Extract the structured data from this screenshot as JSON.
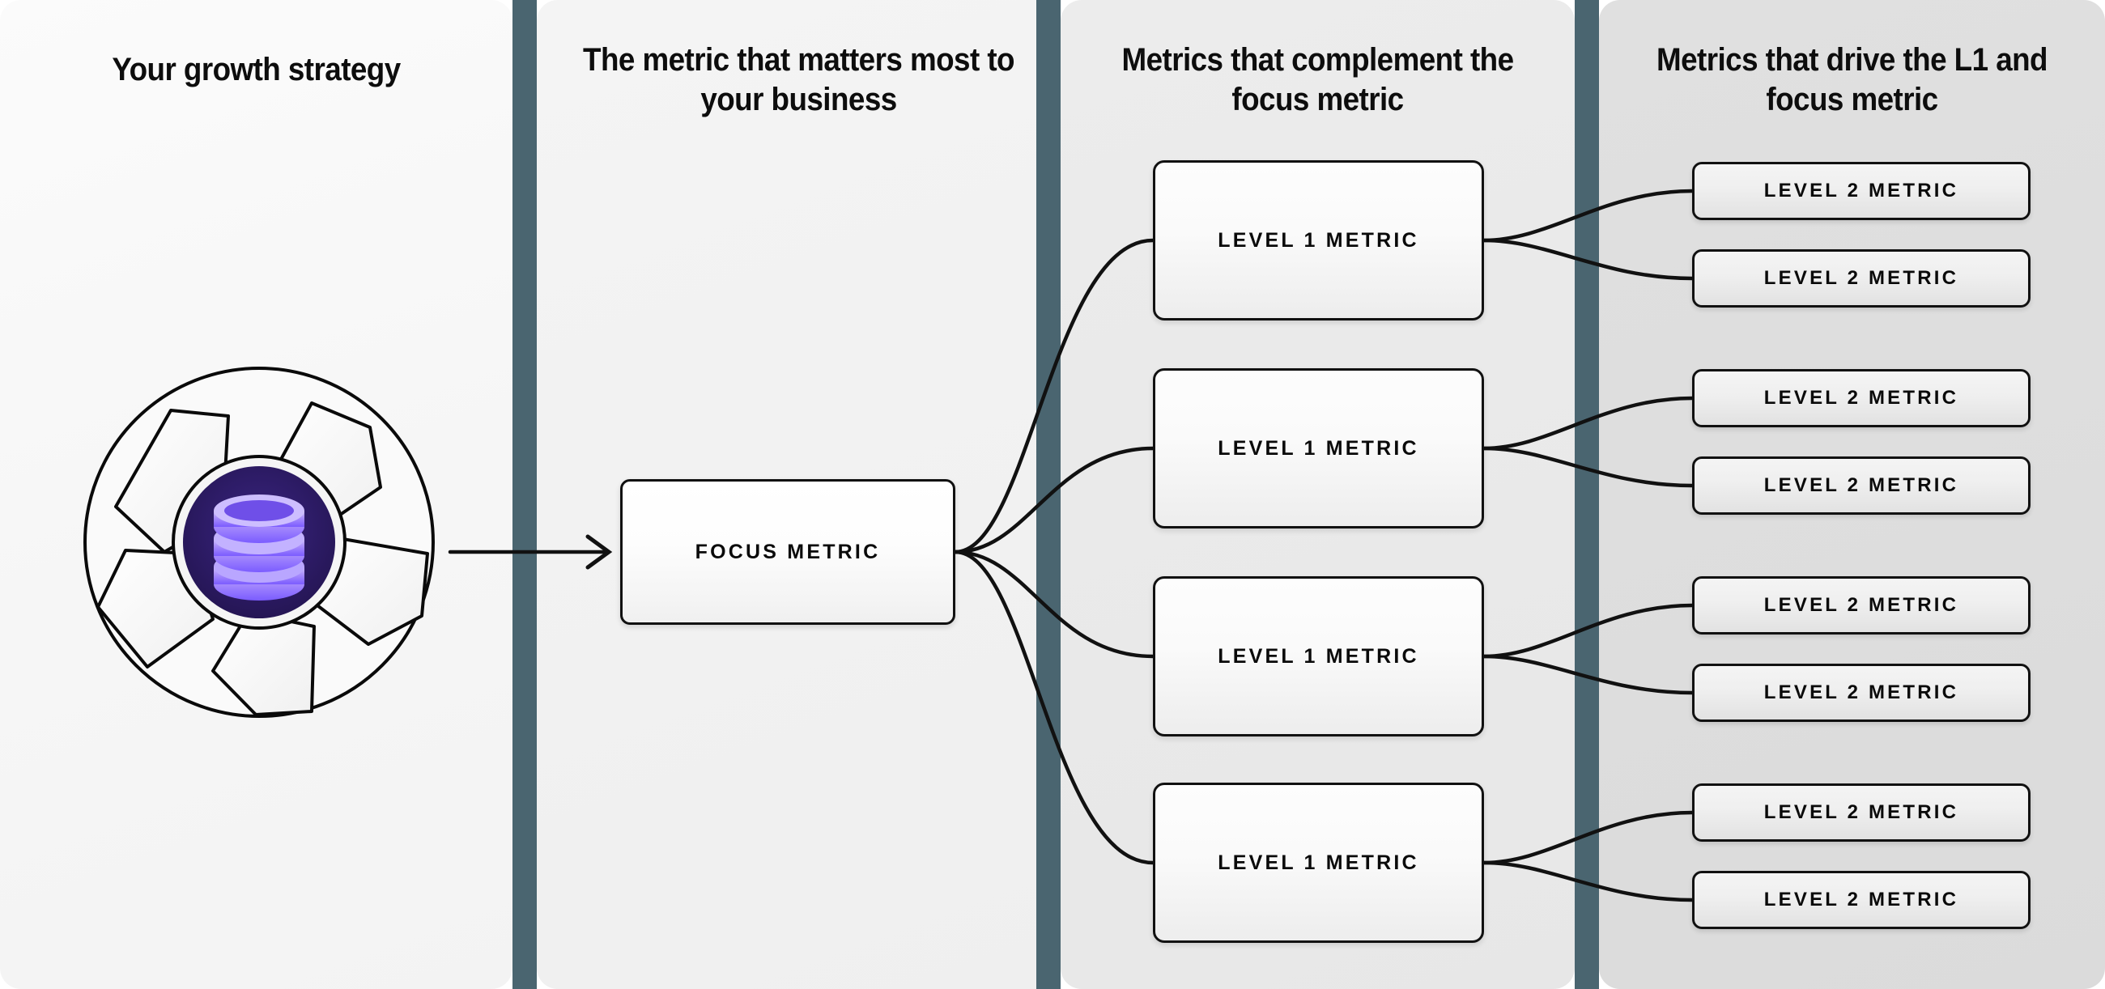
{
  "columns": [
    {
      "id": "growth-strategy",
      "title": "Your growth strategy"
    },
    {
      "id": "focus-metric",
      "title": "The metric that matters most to your business"
    },
    {
      "id": "complement-metrics",
      "title": "Metrics that complement the focus metric"
    },
    {
      "id": "driver-metrics",
      "title": "Metrics that drive the L1 and focus metric"
    }
  ],
  "logo": {
    "icon": "database-aperture-icon",
    "ring_color": "#f7f7f7",
    "core_color": "#2b1a63",
    "disc_color": "#7b5cff",
    "disc_highlight": "#c9bbff"
  },
  "nodes": {
    "focus": {
      "label": "FOCUS METRIC"
    },
    "level1": [
      {
        "label": "LEVEL 1 METRIC"
      },
      {
        "label": "LEVEL 1 METRIC"
      },
      {
        "label": "LEVEL 1 METRIC"
      },
      {
        "label": "LEVEL 1 METRIC"
      }
    ],
    "level2": [
      {
        "label": "LEVEL 2 METRIC"
      },
      {
        "label": "LEVEL 2 METRIC"
      },
      {
        "label": "LEVEL 2 METRIC"
      },
      {
        "label": "LEVEL 2 METRIC"
      },
      {
        "label": "LEVEL 2 METRIC"
      },
      {
        "label": "LEVEL 2 METRIC"
      },
      {
        "label": "LEVEL 2 METRIC"
      },
      {
        "label": "LEVEL 2 METRIC"
      }
    ]
  },
  "colors": {
    "divider": "#4a6570",
    "node_border": "#111111",
    "connector": "#111111",
    "column_1_bg": "#f8f8f8",
    "column_2_bg": "#f1f1f1",
    "column_3_bg": "#e9e9e9",
    "column_4_bg": "#dddddd",
    "heading_text": "#0d0d0d"
  }
}
